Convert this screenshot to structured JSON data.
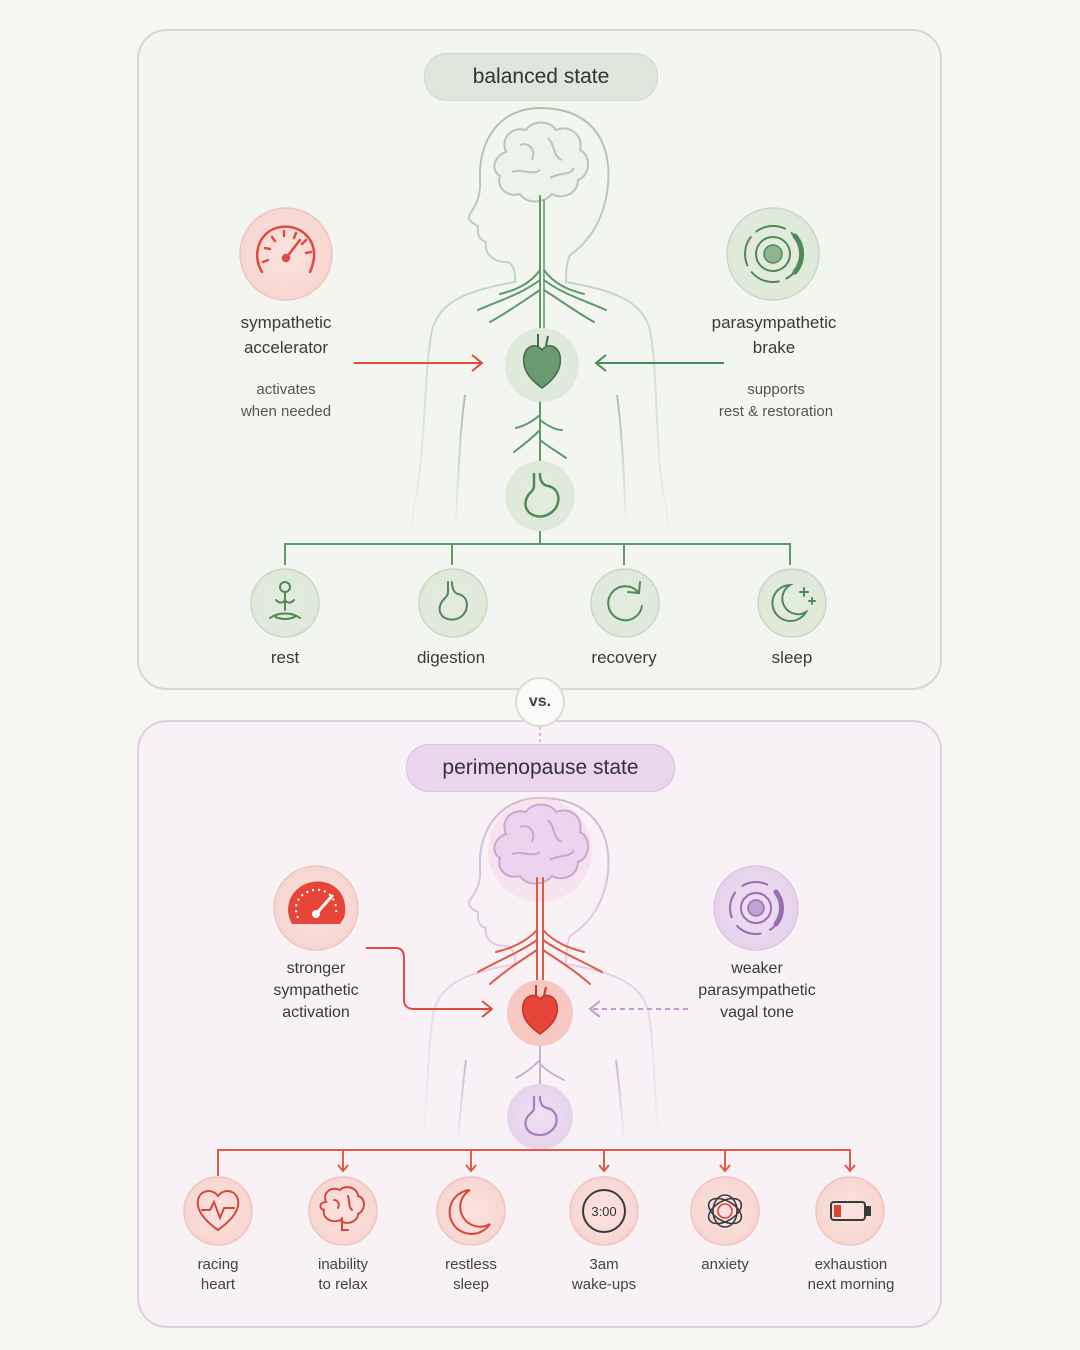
{
  "balanced": {
    "title": "balanced state",
    "accelerator_title": [
      "sympathetic",
      "accelerator"
    ],
    "accelerator_sub": [
      "activates",
      "when needed"
    ],
    "brake_title": [
      "parasympathetic",
      "brake"
    ],
    "brake_sub": [
      "supports",
      "rest & restoration"
    ],
    "outcomes": [
      {
        "label": "rest",
        "icon": "meditation-icon"
      },
      {
        "label": "digestion",
        "icon": "stomach-icon"
      },
      {
        "label": "recovery",
        "icon": "refresh-icon"
      },
      {
        "label": "sleep",
        "icon": "moon-stars-icon"
      }
    ]
  },
  "vs_label": "vs.",
  "peri": {
    "title": "perimenopause state",
    "sympathetic_title": [
      "stronger",
      "sympathetic",
      "activation"
    ],
    "parasympathetic_title": [
      "weaker",
      "parasympathetic",
      "vagal tone"
    ],
    "symptoms": [
      {
        "label": [
          "racing",
          "heart"
        ],
        "icon": "heart-pulse-icon"
      },
      {
        "label": [
          "inability",
          "to relax"
        ],
        "icon": "brain-icon"
      },
      {
        "label": [
          "restless",
          "sleep"
        ],
        "icon": "moon-icon"
      },
      {
        "label": [
          "3am",
          "wake-ups"
        ],
        "icon": "clock-icon",
        "clock_text": "3:00"
      },
      {
        "label": [
          "anxiety",
          ""
        ],
        "icon": "scribble-icon"
      },
      {
        "label": [
          "exhaustion",
          "next morning"
        ],
        "icon": "low-battery-icon"
      }
    ]
  },
  "colors": {
    "green": "#4f8a56",
    "red": "#e24a3b",
    "purple": "#9b6bb3"
  }
}
